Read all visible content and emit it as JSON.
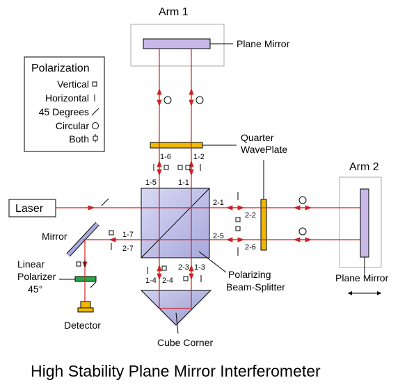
{
  "title": "High Stability Plane Mirror Interferometer",
  "arms": {
    "arm1": "Arm 1",
    "arm2": "Arm 2"
  },
  "components": {
    "plane_mirror_1": "Plane Mirror",
    "plane_mirror_2": "Plane Mirror",
    "quarter_waveplate_line1": "Quarter",
    "quarter_waveplate_line2": "WavePlate",
    "laser": "Laser",
    "mirror": "Mirror",
    "linear_polarizer_line1": "Linear",
    "linear_polarizer_line2": "Polarizer",
    "linear_polarizer_line3": "45°",
    "detector": "Detector",
    "pbs_line1": "Polarizing",
    "pbs_line2": "Beam-Splitter",
    "cube_corner": "Cube Corner"
  },
  "legend": {
    "title": "Polarization",
    "items": [
      {
        "label": "Vertical",
        "symbol": "square"
      },
      {
        "label": "Horizontal",
        "symbol": "vertical-bar"
      },
      {
        "label": "45 Degrees",
        "symbol": "diagonal"
      },
      {
        "label": "Circular",
        "symbol": "circle"
      },
      {
        "label": "Both",
        "symbol": "square-bar"
      }
    ]
  },
  "beam_labels": {
    "b1_1": "1-1",
    "b1_2": "1-2",
    "b1_3": "1-3",
    "b1_4": "1-4",
    "b1_5": "1-5",
    "b1_6": "1-6",
    "b1_7": "1-7",
    "b2_1": "2-1",
    "b2_2": "2-2",
    "b2_3": "2-3",
    "b2_4": "2-4",
    "b2_5": "2-5",
    "b2_6": "2-6",
    "b2_7": "2-7"
  },
  "colors": {
    "beam": "#cc2222",
    "mirror": "#c8b8e8",
    "waveplate": "#f0b800",
    "polarizer": "#22aa44",
    "detector": "#f0b800",
    "optic_gray": "#aaaadd"
  }
}
